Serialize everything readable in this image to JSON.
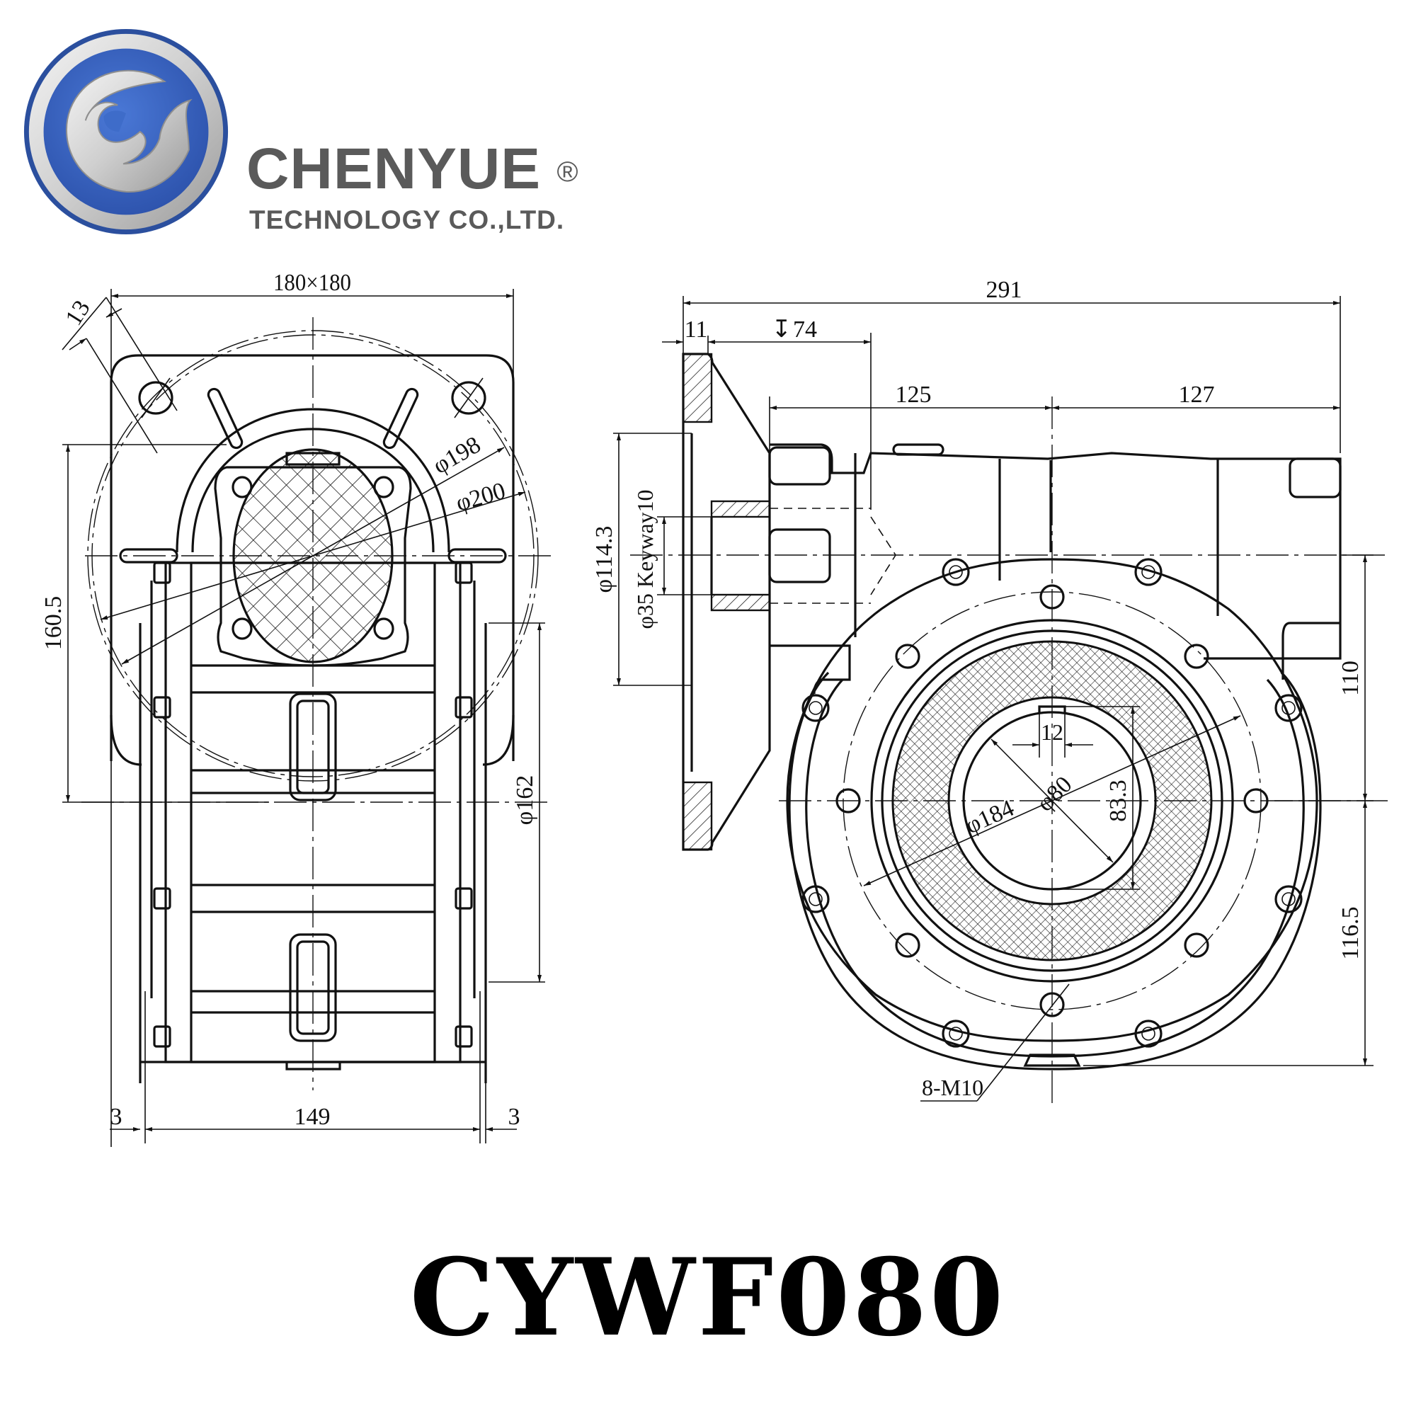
{
  "brand": {
    "name": "CHENYUE",
    "registered_mark": "®",
    "subtitle": "TECHNOLOGY CO.,LTD.",
    "colors": {
      "logo_blue": "#2f5db8",
      "logo_dark_blue": "#1d3f8f",
      "logo_silver": "#d8d8d8",
      "text_gray": "#5a5a5a"
    }
  },
  "model": {
    "code": "CYWF080"
  },
  "left_view": {
    "dimensions": {
      "flange_square": "180×180",
      "bolt_hole": "13",
      "pcd_198": "φ198",
      "pcd_200": "φ200",
      "center_height": "160.5",
      "spigot": "φ162",
      "width_left_offset": "3",
      "width": "149",
      "width_right_offset": "3"
    }
  },
  "right_view": {
    "dimensions": {
      "overall_length": "291",
      "flange_thickness": "11",
      "bore_depth": "74",
      "depth_symbol": "↧",
      "left_to_center": "125",
      "center_to_right": "127",
      "flange_pilot": "φ114.3",
      "input_bore": "φ35 Keyway10",
      "top_height": "110",
      "bottom_height": "116.5",
      "keyway_width": "12",
      "keyway_depth": "83.3",
      "output_bore": "φ80",
      "bolt_circle": "φ184",
      "bolt_spec": "8-M10"
    }
  }
}
